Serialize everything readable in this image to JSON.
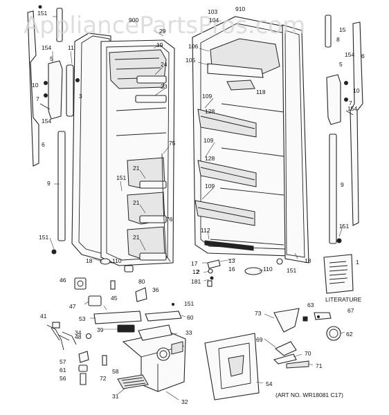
{
  "watermark": "AppliancePartsPros.com",
  "art_number": "(ART NO. WR18081 C17)",
  "literature_caption": "LITERATURE",
  "callouts": {
    "c151a": "151",
    "c900": "900",
    "c29": "29",
    "c19": "19",
    "c154a": "154",
    "c11a": "11",
    "c5a": "5",
    "c10a": "10",
    "c3": "3",
    "c7a": "7",
    "c154b": "154",
    "c6a": "6",
    "c24": "24",
    "c23": "23",
    "c75": "75",
    "c9a": "9",
    "c151b": "151",
    "c21a": "21",
    "c21b": "21",
    "c21c": "21",
    "c76": "76",
    "c151c": "151",
    "c18a": "18",
    "c110a": "110",
    "c80": "80",
    "c103": "103",
    "c910": "910",
    "c104": "104",
    "c106": "106",
    "c105": "105",
    "c118": "118",
    "c109a": "109",
    "c128a": "128",
    "c109b": "109",
    "c128b": "128",
    "c109c": "109",
    "c112": "112",
    "c15": "15",
    "c8": "8",
    "c154c": "154",
    "c6b": "6",
    "c5b": "5",
    "c10b": "10",
    "c7b": "7",
    "c154d": "154",
    "c9b": "9",
    "c151d": "151",
    "c18b": "18",
    "c151e": "151",
    "c1": "1",
    "c17": "17",
    "c13": "13",
    "c2": "2",
    "c12": "12",
    "c16": "16",
    "c181": "181",
    "c110b": "110",
    "c46": "46",
    "c45": "45",
    "c36": "36",
    "c47": "47",
    "c151f": "151",
    "c53": "53",
    "c60": "60",
    "c41": "41",
    "c48": "48",
    "c39": "39",
    "c33": "33",
    "c34": "34",
    "c57": "57",
    "c61": "61",
    "c56": "56",
    "c72": "72",
    "c58": "58",
    "c31": "31",
    "c32": "32",
    "c54": "54",
    "c73": "73",
    "c63": "63",
    "c67": "67",
    "c62": "62",
    "c69": "69",
    "c70": "70",
    "c71": "71"
  }
}
